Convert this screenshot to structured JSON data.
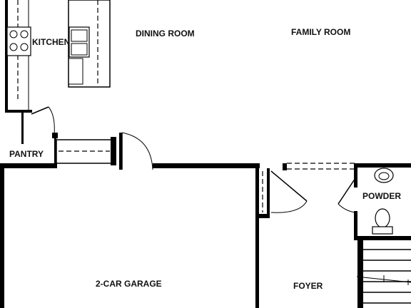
{
  "rooms": {
    "kitchen": "KITCHEN",
    "dining_room": "DINING ROOM",
    "family_room": "FAMILY ROOM",
    "pantry": "PANTRY",
    "powder": "POWDER",
    "garage": "2-CAR GARAGE",
    "foyer": "FOYER"
  }
}
